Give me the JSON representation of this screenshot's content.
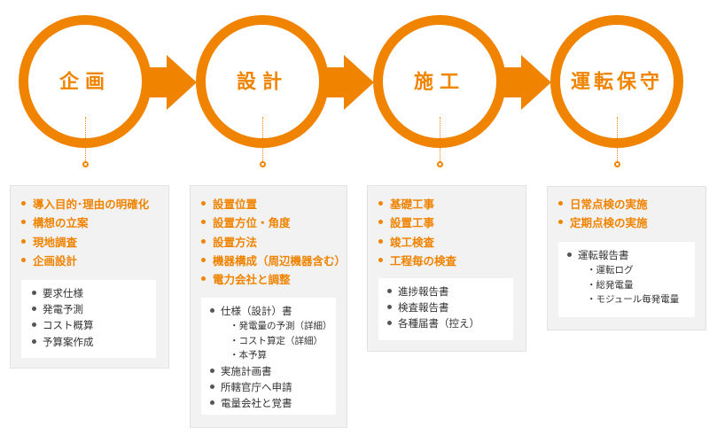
{
  "colors": {
    "accent": "#f08300",
    "panel": "#f2f2f2",
    "text": "#333333"
  },
  "stages": [
    {
      "title": "企画",
      "key_points": [
        "導入目的･理由の明確化",
        "構想の立案",
        "現地調査",
        "企画設計"
      ],
      "deliverables": [
        {
          "label": "要求仕様"
        },
        {
          "label": "発電予測"
        },
        {
          "label": "コスト概算"
        },
        {
          "label": "予算案作成"
        }
      ]
    },
    {
      "title": "設計",
      "key_points": [
        "設置位置",
        "設置方位・角度",
        "設置方法",
        "機器構成（周辺機器含む）",
        "電力会社と調整"
      ],
      "deliverables": [
        {
          "label": "仕様（設計）書",
          "children": [
            "発電量の予測（詳細）",
            "コスト算定（詳細）",
            "本予算"
          ]
        },
        {
          "label": "実施計画書"
        },
        {
          "label": "所轄官庁へ申請"
        },
        {
          "label": "電量会社と覚書"
        }
      ]
    },
    {
      "title": "施工",
      "key_points": [
        "基礎工事",
        "設置工事",
        "竣工検査",
        "工程毎の検査"
      ],
      "deliverables": [
        {
          "label": "進捗報告書"
        },
        {
          "label": "検査報告書"
        },
        {
          "label": "各種届書（控え）"
        }
      ]
    },
    {
      "title": "運転保守",
      "key_points": [
        "日常点検の実施",
        "定期点検の実施"
      ],
      "deliverables": [
        {
          "label": "運転報告書",
          "children": [
            "運転ログ",
            "総発電量",
            "モジュール毎発電量"
          ]
        }
      ]
    }
  ]
}
